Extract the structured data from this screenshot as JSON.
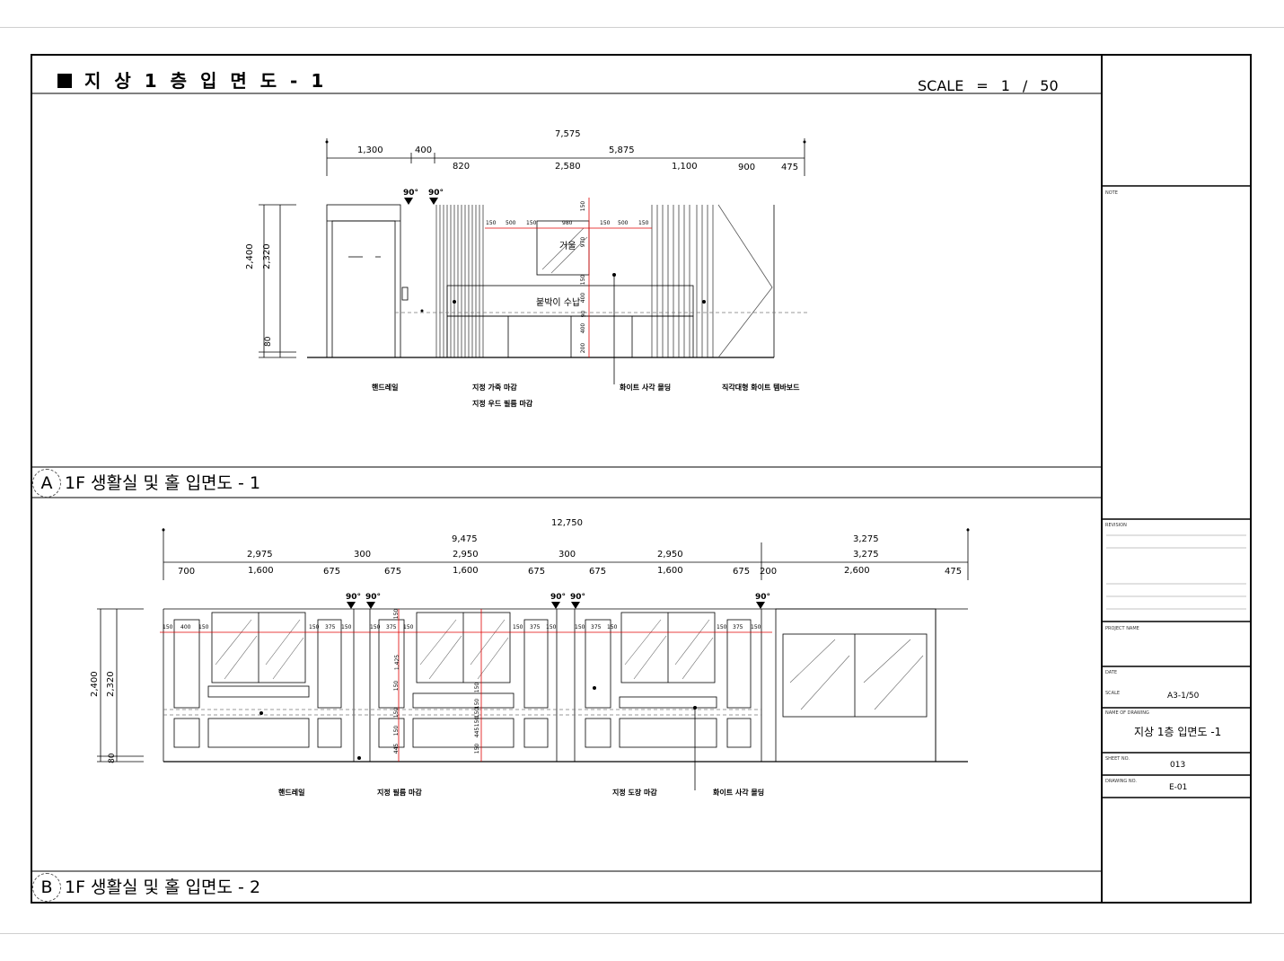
{
  "sheet": {
    "title": "지 상 1 층 입 면 도 - 1",
    "scale_label": "SCALE",
    "scale_eq": "=",
    "scale_num": "1",
    "scale_slash": "/",
    "scale_den": "50"
  },
  "elevation_a": {
    "label_letter": "A",
    "label_text": "1F 생활실 및 홀 입면도 - 1",
    "dims_total": "7,575",
    "dims_row1": [
      "1,300",
      "400",
      "5,875"
    ],
    "dims_row2": [
      "820",
      "2,580",
      "1,100",
      "900",
      "475"
    ],
    "dims_inner": [
      "150",
      "500",
      "150",
      "980",
      "150",
      "500",
      "150"
    ],
    "vertical_dims": [
      "2,400",
      "2,320",
      "80"
    ],
    "vertical_inner": [
      "150",
      "970",
      "150",
      "400",
      "400",
      "90",
      "200"
    ],
    "angle_marks": [
      "90°",
      "90°"
    ],
    "center_texts": [
      "거울",
      "붙박이 수납"
    ],
    "callouts": [
      "핸드레일",
      "지정 가죽 마감",
      "지정 우드 필름 마감",
      "화이트 사각 몰딩",
      "직각대형 화이트 템바보드"
    ]
  },
  "elevation_b": {
    "label_letter": "B",
    "label_text": "1F 생활실 및 홀 입면도 - 2",
    "dims_total": "12,750",
    "dims_row1": [
      "9,475",
      "3,275"
    ],
    "dims_row2": [
      "2,975",
      "300",
      "2,950",
      "300",
      "2,950",
      "3,275"
    ],
    "dims_row3": [
      "700",
      "1,600",
      "675",
      "675",
      "1,600",
      "675",
      "675",
      "1,600",
      "675",
      "200",
      "2,600",
      "475"
    ],
    "dims_inner": [
      "150",
      "400",
      "150",
      "150",
      "375",
      "150",
      "150",
      "375",
      "150",
      "150",
      "375",
      "150",
      "150",
      "375",
      "150",
      "150",
      "375",
      "150"
    ],
    "vertical_dims": [
      "2,400",
      "2,320",
      "80"
    ],
    "vertical_inner": [
      "150",
      "1,425",
      "150",
      "150",
      "445",
      "150",
      "150",
      "150",
      "150",
      "150",
      "445",
      "150"
    ],
    "angle_marks": [
      "90°",
      "90°",
      "90°",
      "90°",
      "90°"
    ],
    "callouts": [
      "핸드레일",
      "지정 필름 마감",
      "지정 도장 마감",
      "화이트 사각 몰딩"
    ]
  },
  "title_block": {
    "note_label": "NOTE",
    "revision_label": "REVISION",
    "project_label": "PROJECT NAME",
    "date_label": "DATE",
    "scale_label": "SCALE",
    "scale_value": "A3-1/50",
    "drawing_name_label": "NAME OF DRAWING",
    "drawing_name_value": "지상 1층 입면도 -1",
    "sheet_no_label": "SHEET NO.",
    "sheet_no_value": "013",
    "drawing_no_label": "DRAWING NO.",
    "drawing_no_value": "E-01"
  }
}
